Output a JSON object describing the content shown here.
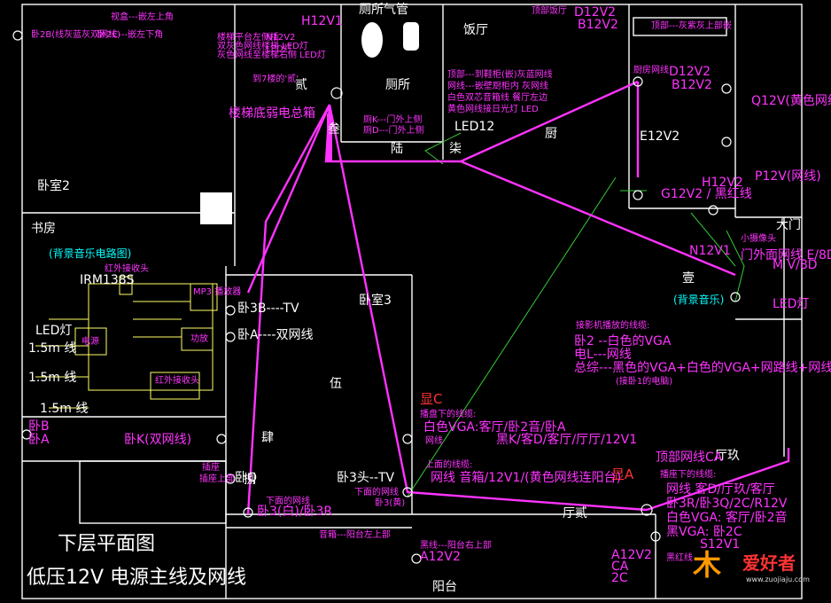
{
  "rooms": {
    "restaurant": "饭厅",
    "toilet": "厕所",
    "toilet_tag": "厕所气管",
    "bedroom2": "卧室2",
    "study": "书房",
    "bedroom3": "卧室3",
    "kitchen": "厨",
    "front_door": "大门",
    "balcony": "阳台",
    "living_hall": "厅玖",
    "hall_two": "厅贰"
  },
  "cable_markers": [
    "壹",
    "贰",
    "叁",
    "肆",
    "伍",
    "陆",
    "柒",
    "捌"
  ],
  "title": {
    "line1": "下层平面图",
    "line2": "低压12V 电源主线及网线"
  },
  "bg_music_title": "(背景音乐电路图)",
  "labels": {
    "stair_box": "楼梯底弱电总箱",
    "stair_top": "到7楼的'贰'",
    "h12v1": "H12V1",
    "n12v2": "N12V2",
    "led_top": "LED灯",
    "top_left_1": "视盒---嵌左上角",
    "top_left_2": "卧2B(线灰蓝灰双网线)",
    "top_left_3": "卧2C---嵌左下角",
    "top_left_4": "楼梯平台左侧插",
    "top_left_5": "双灰色网线楼梯 LED灯",
    "top_left_6": "灰色网线至楼梯右侧 LED灯",
    "d12v2_top": "D12V2",
    "b12v2_top": "B12V2",
    "top_right_1": "顶部饭厅",
    "top_right_2": "顶部---灰紫灰上部嵌",
    "kitchen_d12v2": "D12V2",
    "kitchen_b12v2": "B12V2",
    "kitchen_cn": "厨房网线",
    "e12v2": "E12V2",
    "q12v2": "Q12V(黄色网线)",
    "p12v2": "P12V(网线)",
    "g12v2": "G12V2 / 黑红线",
    "h12v2": "H12V2",
    "n12v1": "N12V1",
    "front_door_1": "门外面网线 E/8D",
    "front_door_2": "M V/8D",
    "small_cam": "小摄像头",
    "bg_music_small": "(背景音乐)",
    "led_right": "LED灯",
    "kitchen_notes_1": "顶部---到鞋柜(嵌)灰蓝网线",
    "kitchen_notes_2": "网线---嵌壁厨柜内 灰网线",
    "kitchen_notes_3": "白色双芯音箱线 餐厅左边",
    "kitchen_notes_4": "黄色网线接日光灯 LED",
    "toilet_k": "厕K---门外上侧",
    "toilet_d": "厕D---门外上侧",
    "led12": "LED12",
    "bedroom3_tv1": "卧3B----TV",
    "bedroom3_tv2": "卧A----双网线",
    "bedroom3_tv3": "卧3头--TV",
    "bedroom_3_lower": "卧3(黄)",
    "notes_title": "接影机播放的线缆:",
    "notes_1": "卧2 --白色的VGA",
    "notes_2": "电L---网线",
    "notes_3": "总综---黑色的VGA+白色的VGA+网路线+网线",
    "notes_4": "(接卧1的电脑)",
    "display_c": "显C",
    "display_a": "显A",
    "mid_1": "播盘下的线缆:",
    "mid_2": "白色VGA:客厅/卧2音/卧A",
    "mid_3": "网线",
    "mid_4": "黑K/客D/客厅/厅厅/12V1",
    "mid_5": "上面的线缆:",
    "mid_6": "网线  音箱/12V1/(黄色网线连阳台)",
    "ca": "顶部网线CA",
    "bottom_right_1": "播座下的线缆:",
    "bottom_right_2": "网线 客D/厅玖/客厅",
    "bottom_right_3": "卧3R/卧3Q/2C/R12V",
    "bottom_right_4": "白色VGA: 客厅/卧2音",
    "bottom_right_5": "黑VGA: 卧2C",
    "bottom_right_6": "S12V1",
    "bottom_right_7": "黑红线",
    "a12v2_1": "A12V2",
    "a12v2_2": "A12V2",
    "ca2": "CA",
    "c2": "2C",
    "bottom_lower_1": "下面的网线",
    "bottom_lower_2": "卧3(白)/卧3R",
    "bottom_lower_3": "下面的网线",
    "balcony_1": "音箱---阳台左上部",
    "balcony_2": "黑线---阳台右上部",
    "left_b": "卧B",
    "left_a": "卧A",
    "left_double": "卧K(双网线)",
    "plug_left_top": "插座上部",
    "plug_left": "插座",
    "q_label": "卧Q",
    "study_ir": "红外接收头",
    "study_irm": "IRM138S",
    "study_mp3": "MP3 播放器",
    "led_study": "LED灯",
    "w15_1": "1.5m 线",
    "w15_2": "1.5m 线",
    "w15_3": "1.5m 线",
    "ir_head": "红外接收头",
    "amp": "功放",
    "power": "电源",
    "toilet_mid": "陆",
    "kitchen_mid": "柒"
  },
  "logo": {
    "name": "爱好者",
    "url": "www.zuojiaju.com"
  },
  "colors": {
    "background": "#000000",
    "wall": "#ffffff",
    "cable_main": "#ff33ff",
    "cable_aux": "#33cc33",
    "circuit": "#ffff66",
    "heading": "#00ffff"
  }
}
